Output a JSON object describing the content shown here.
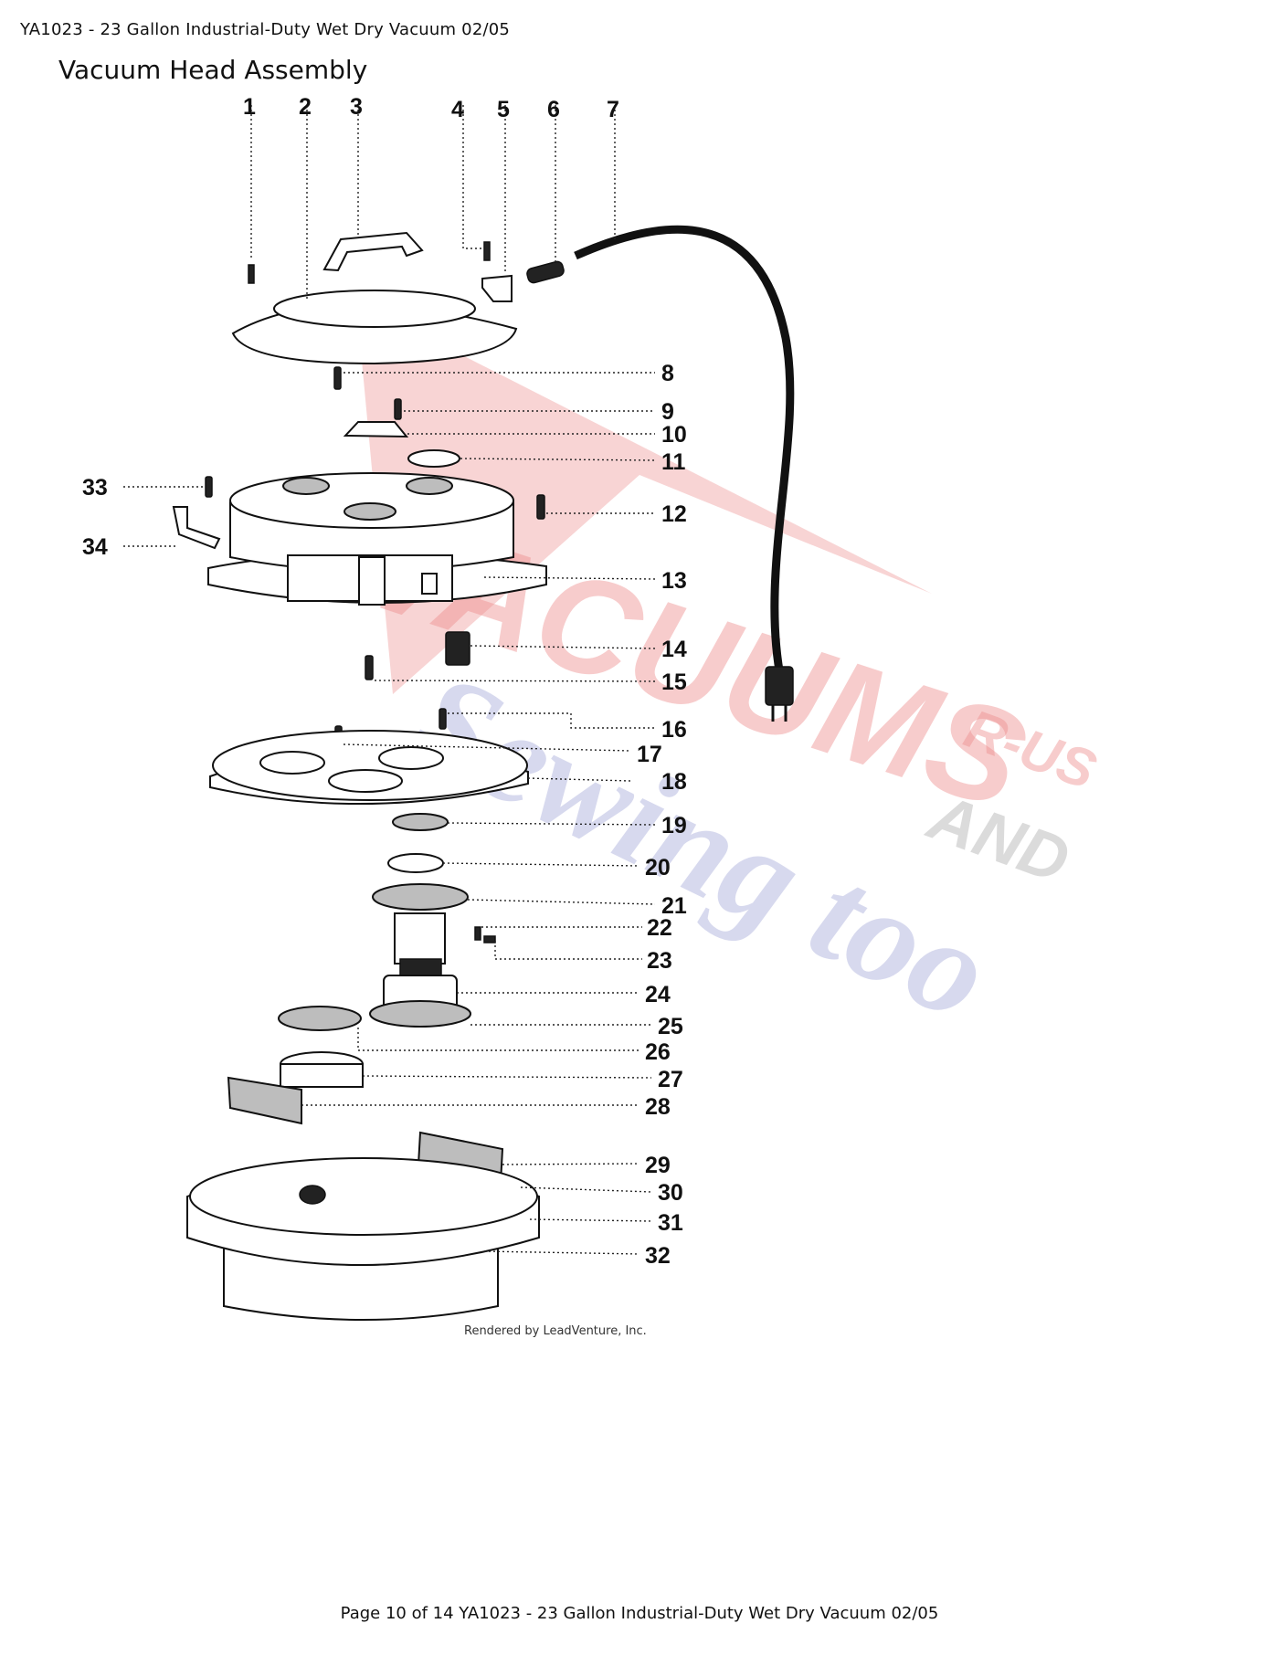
{
  "header": {
    "text": "YA1023 - 23 Gallon Industrial-Duty Wet Dry Vacuum 02/05"
  },
  "title": {
    "text": "Vacuum Head Assembly"
  },
  "footer": {
    "text": "Page 10 of 14 YA1023 - 23 Gallon Industrial-Duty Wet Dry Vacuum 02/05"
  },
  "diagram": {
    "credit": "Rendered by LeadVenture, Inc.",
    "watermark": {
      "brand_line1": "VACUUMS",
      "brand_line2": "Sewing too",
      "tag1": "R-US",
      "tag2": "AND"
    },
    "callouts": [
      "1",
      "2",
      "3",
      "4",
      "5",
      "6",
      "7",
      "8",
      "9",
      "10",
      "11",
      "12",
      "13",
      "14",
      "15",
      "16",
      "17",
      "18",
      "19",
      "20",
      "21",
      "22",
      "23",
      "24",
      "25",
      "26",
      "27",
      "28",
      "29",
      "30",
      "31",
      "32",
      "33",
      "34"
    ]
  }
}
